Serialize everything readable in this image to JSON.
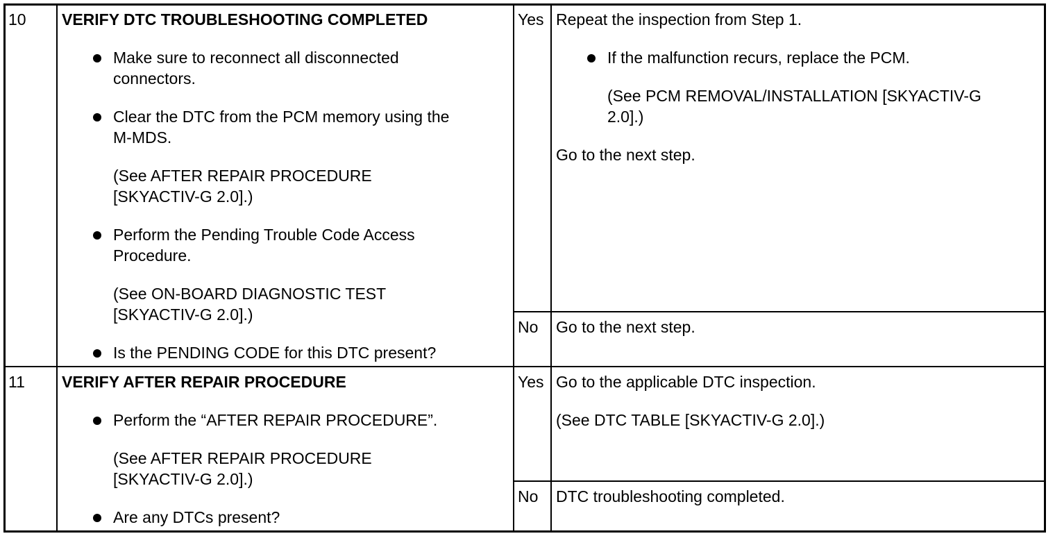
{
  "steps": [
    {
      "number": "10",
      "title": "VERIFY DTC TROUBLESHOOTING COMPLETED",
      "actions": {
        "b1_l1": "Make sure to reconnect all disconnected",
        "b1_l2": "connectors.",
        "b2_l1": "Clear the DTC from the PCM memory using the",
        "b2_l2": "M-MDS.",
        "b2_ref_l1": "(See AFTER REPAIR PROCEDURE",
        "b2_ref_l2": "[SKYACTIV-G 2.0].)",
        "b3_l1": "Perform the Pending Trouble Code Access",
        "b3_l2": "Procedure.",
        "b3_ref_l1": "(See ON-BOARD DIAGNOSTIC TEST",
        "b3_ref_l2": "[SKYACTIV-G 2.0].)",
        "b4_l1": "Is the PENDING CODE for this DTC present?"
      },
      "yes": {
        "label": "Yes",
        "l1": "Repeat the inspection from Step 1.",
        "bullet": "If the malfunction recurs, replace the PCM.",
        "ref_l1": "(See PCM REMOVAL/INSTALLATION [SKYACTIV-G",
        "ref_l2": "2.0].)",
        "l2": "Go to the next step."
      },
      "no": {
        "label": "No",
        "l1": "Go to the next step."
      }
    },
    {
      "number": "11",
      "title": "VERIFY AFTER REPAIR PROCEDURE",
      "actions": {
        "b1_l1": "Perform the “AFTER REPAIR PROCEDURE”.",
        "b1_ref_l1": "(See AFTER REPAIR PROCEDURE",
        "b1_ref_l2": "[SKYACTIV-G 2.0].)",
        "b2_l1": "Are any DTCs present?"
      },
      "yes": {
        "label": "Yes",
        "l1": "Go to the applicable DTC inspection.",
        "ref_l1": "(See DTC TABLE [SKYACTIV-G 2.0].)"
      },
      "no": {
        "label": "No",
        "l1": "DTC troubleshooting completed."
      }
    }
  ]
}
